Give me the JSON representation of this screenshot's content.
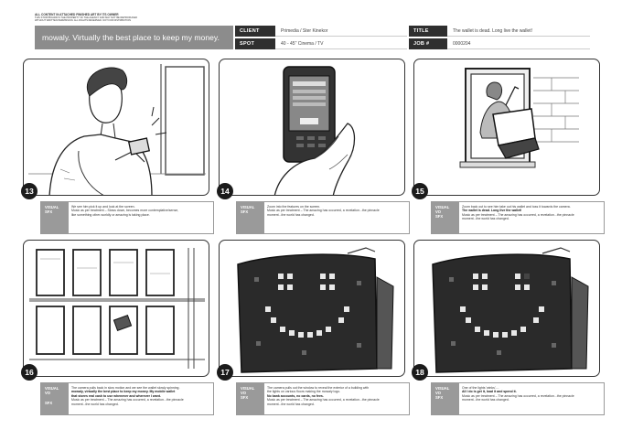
{
  "legal_lines": [
    "ALL CONTENT IN ATTACHED FINISHED ART BY ITS OWNER",
    "THIS STORYBOARD IS THE PROPERTY OF THE AGENCY AND MAY NOT BE REPRODUCED",
    "WITHOUT WRITTEN PERMISSION. ALL RIGHTS RESERVED. NOT FOR DISTRIBUTION"
  ],
  "header": {
    "tagline": "mowaly. Virtually the best place to keep my money.",
    "client_label": "CLIENT",
    "client_value": "Primedia / Ster Kinekor",
    "spot_label": "SPOT",
    "spot_value": "40 - 45\" Cinema / TV",
    "title_label": "TITLE",
    "title_value": "The wallet is dead. Long live the wallet!",
    "job_label": "JOB #",
    "job_value": "0000204"
  },
  "frames": [
    {
      "number": "13",
      "labels": [
        "VISUAL",
        "SFX"
      ],
      "lines": [
        {
          "t": "We see him pick it up and look at the screen.",
          "b": false
        },
        {
          "t": "Music as per treatment – Slows down, becomes more contemplative/sense,",
          "b": false
        },
        {
          "t": "like something other-worldly or amazing is taking place.",
          "b": false
        }
      ]
    },
    {
      "number": "14",
      "labels": [
        "VISUAL",
        "SFX"
      ],
      "lines": [
        {
          "t": "Zoom into the features on the screen.",
          "b": false
        },
        {
          "t": "Music as per treatment – The amazing has occurred, a revelation...the pinnacle",
          "b": false
        },
        {
          "t": "moment...the world has changed.",
          "b": false
        }
      ]
    },
    {
      "number": "15",
      "labels": [
        "VISUAL",
        "VO",
        "SFX"
      ],
      "lines": [
        {
          "t": "Zoom back out to see him take out his wallet and toss it towards the camera.",
          "b": false
        },
        {
          "t": "The wallet is dead. Long live the wallet!",
          "b": true
        },
        {
          "t": "Music as per treatment – The amazing has occurred, a revelation...the pinnacle",
          "b": false
        },
        {
          "t": "moment...the world has changed.",
          "b": false
        }
      ]
    },
    {
      "number": "16",
      "labels": [
        "VISUAL",
        "VO",
        "",
        "SFX"
      ],
      "lines": [
        {
          "t": "The camera pulls back in slow motion and we see the wallet slowly spinning.",
          "b": false
        },
        {
          "t": "mowaly, virtually the best place to keep my money. My mobile wallet",
          "b": true
        },
        {
          "t": "that stores real cash to use whenever and wherever I want.",
          "b": true
        },
        {
          "t": "Music as per treatment – The amazing has occurred, a revelation...the pinnacle",
          "b": false
        },
        {
          "t": "moment...the world has changed.",
          "b": false
        }
      ]
    },
    {
      "number": "17",
      "labels": [
        "VISUAL",
        "VO",
        "SFX"
      ],
      "lines": [
        {
          "t": "The camera pulls out the window to reveal the exterior of a building with",
          "b": false
        },
        {
          "t": "the lights on various floors making the mowaly logo.",
          "b": false
        },
        {
          "t": "No bank accounts, no cards, no fees.",
          "b": true
        },
        {
          "t": "Music as per treatment – The amazing has occurred, a revelation...the pinnacle",
          "b": false
        },
        {
          "t": "moment...the world has changed.",
          "b": false
        }
      ]
    },
    {
      "number": "18",
      "labels": [
        "VISUAL",
        "VO",
        "SFX"
      ],
      "lines": [
        {
          "t": "One of the lights 'winks'....",
          "b": false
        },
        {
          "t": "All I do is get it, load it and spend it.",
          "b": true
        },
        {
          "t": "Music as per treatment – The amazing has occurred, a revelation...the pinnacle",
          "b": false
        },
        {
          "t": "moment...the world has changed.",
          "b": false
        }
      ]
    }
  ]
}
